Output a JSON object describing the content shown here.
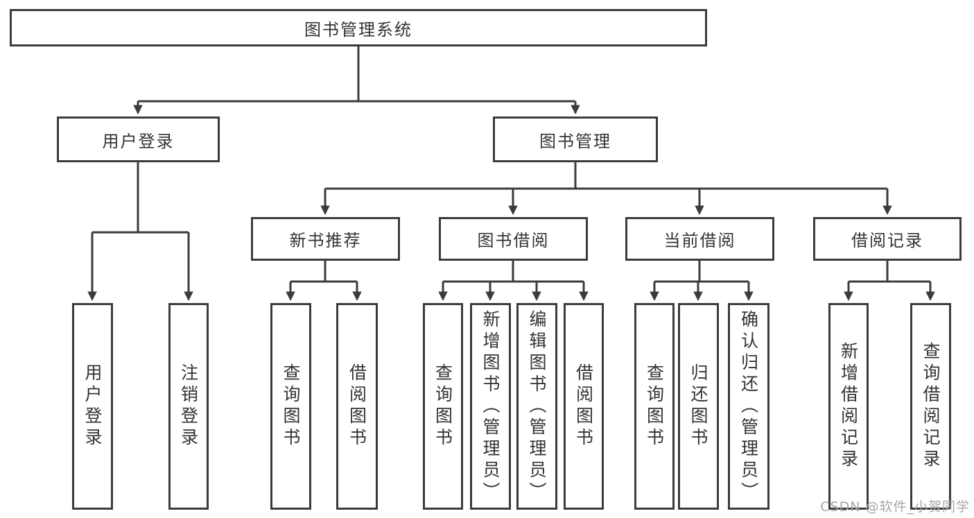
{
  "diagram": {
    "root": {
      "label": "图书管理系统"
    },
    "user_login": {
      "label": "用户登录",
      "children": [
        {
          "label": "用户登录"
        },
        {
          "label": "注销登录"
        }
      ]
    },
    "book_mgmt": {
      "label": "图书管理",
      "sections": [
        {
          "label": "新书推荐",
          "children": [
            {
              "label": "查询图书"
            },
            {
              "label": "借阅图书"
            }
          ]
        },
        {
          "label": "图书借阅",
          "children": [
            {
              "label": "查询图书"
            },
            {
              "label": "新增图书（管理员）"
            },
            {
              "label": "编辑图书（管理员）"
            },
            {
              "label": "借阅图书"
            }
          ]
        },
        {
          "label": "当前借阅",
          "children": [
            {
              "label": "查询图书"
            },
            {
              "label": "归还图书"
            },
            {
              "label": "确认归还（管理员）"
            }
          ]
        },
        {
          "label": "借阅记录",
          "children": [
            {
              "label": "新增借阅记录"
            },
            {
              "label": "查询借阅记录"
            }
          ]
        }
      ]
    },
    "watermark": "CSDN @软件_小贺同学",
    "colors": {
      "line": "#3b3b3b",
      "border": "#3b3b3b",
      "text": "#333333",
      "watermark": "#a6a6a6",
      "background": "#ffffff"
    }
  }
}
